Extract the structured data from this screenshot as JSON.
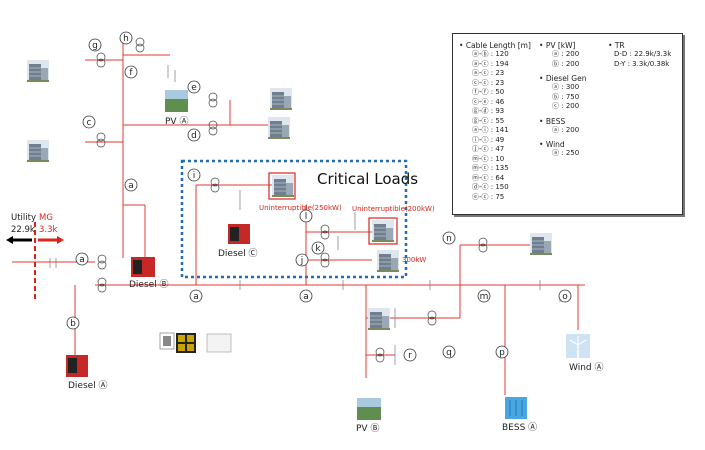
{
  "critical_loads_title": "Critical Loads",
  "utility_label": "Utility",
  "utility_voltage": "22.9k",
  "mg_label": "MG",
  "mg_voltage": "3.3k",
  "load_300kw": "300kW",
  "uninterruptible_left": "Uninterruptible(250kW)",
  "uninterruptible_right": "Uninterruptible(200kW)",
  "assets": {
    "diesel_a": "Diesel Ⓐ",
    "diesel_b": "Diesel Ⓑ",
    "diesel_c": "Diesel Ⓒ",
    "pv_a": "PV Ⓐ",
    "pv_b": "PV Ⓑ",
    "bess_a": "BESS Ⓐ",
    "wind_a": "Wind Ⓐ"
  },
  "nodes": {
    "a": "a",
    "b": "b",
    "c": "c",
    "d": "d",
    "e": "e",
    "f": "f",
    "g": "g",
    "h": "h",
    "i": "i",
    "j": "j",
    "k": "k",
    "l": "l",
    "m": "m",
    "n": "n",
    "o": "o",
    "p": "p",
    "q": "q",
    "r": "r"
  },
  "legend": {
    "cable_title": "Cable Length [m]",
    "cables": [
      {
        "seg": "ⓐ-ⓑ",
        "len": "120"
      },
      {
        "seg": "ⓐ-ⓒ",
        "len": "194"
      },
      {
        "seg": "ⓐ-ⓒ",
        "len": "23"
      },
      {
        "seg": "ⓒ-ⓒ",
        "len": "23"
      },
      {
        "seg": "ⓕ-ⓕ",
        "len": "50"
      },
      {
        "seg": "ⓒ-ⓔ",
        "len": "46"
      },
      {
        "seg": "ⓖ-ⓓ",
        "len": "93"
      },
      {
        "seg": "ⓖ-ⓒ",
        "len": "55"
      },
      {
        "seg": "ⓐ-ⓘ",
        "len": "141"
      },
      {
        "seg": "ⓘ-ⓘ",
        "len": "49"
      },
      {
        "seg": "ⓙ-ⓒ",
        "len": "47"
      },
      {
        "seg": "ⓜ-ⓒ",
        "len": "10"
      },
      {
        "seg": "ⓜ-ⓒ",
        "len": "135"
      },
      {
        "seg": "ⓜ-ⓒ",
        "len": "64"
      },
      {
        "seg": "ⓓ-ⓒ",
        "len": "150"
      },
      {
        "seg": "ⓔ-ⓒ",
        "len": "75"
      }
    ],
    "pv_title": "PV [kW]",
    "pv": [
      {
        "id": "ⓐ",
        "val": "200"
      },
      {
        "id": "ⓑ",
        "val": "200"
      }
    ],
    "diesel_title": "Diesel Gen",
    "diesel": [
      {
        "id": "ⓐ",
        "val": "300"
      },
      {
        "id": "ⓑ",
        "val": "750"
      },
      {
        "id": "ⓒ",
        "val": "200"
      }
    ],
    "bess_title": "BESS",
    "bess": [
      {
        "id": "ⓐ",
        "val": "200"
      }
    ],
    "wind_title": "Wind",
    "wind": [
      {
        "id": "ⓐ",
        "val": "250"
      }
    ],
    "tr_title": "TR",
    "tr_dd": "D-D : 22.9k/3.3k",
    "tr_dy": "D-Y : 3.3k/0.38k"
  }
}
